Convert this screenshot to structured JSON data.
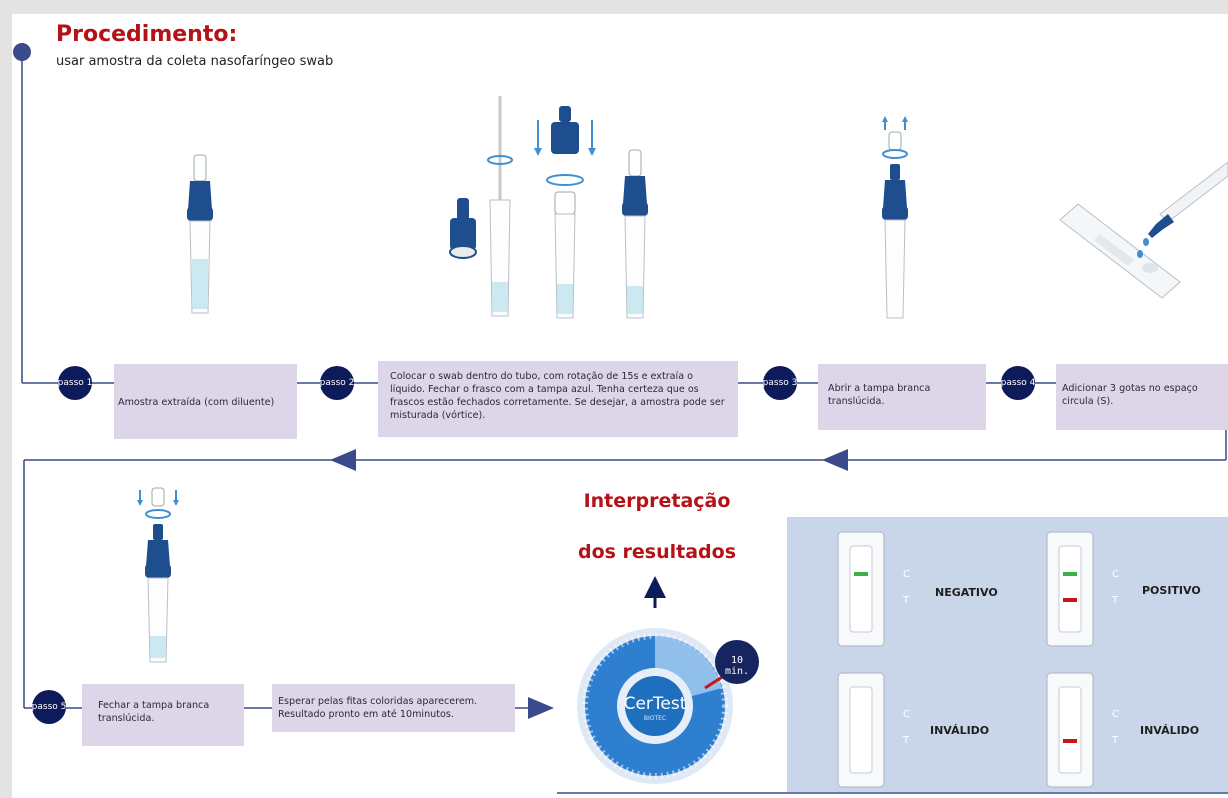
{
  "header": {
    "title": "Procedimento:",
    "subtitle": "usar amostra da coleta nasofaríngeo swab"
  },
  "steps": [
    {
      "badge": "passo 1",
      "text": "Amostra extraída (com diluente)"
    },
    {
      "badge": "passo 2",
      "text": "Colocar o swab dentro do tubo, com rotação de 15s e extraía o líquido. Fechar o frasco com a tampa azul. Tenha certeza que os frascos estão fechados corretamente. Se desejar, a amostra pode ser misturada (vórtice)."
    },
    {
      "badge": "passo 3",
      "text": "Abrir a tampa branca translúcida."
    },
    {
      "badge": "passo 4",
      "text": "Adicionar 3 gotas no espaço circula (S)."
    },
    {
      "badge": "passo 5",
      "text": "Fechar a tampa branca translúcida."
    }
  ],
  "wait_box": {
    "text": "Esperar pelas fitas coloridas aparecerem. Resultado pronto em até 10minutos."
  },
  "interpretation": {
    "line1": "Interpretação",
    "line2": "dos resultados"
  },
  "timer": {
    "brand": "CerTest",
    "brand_sub": "BIOTEC",
    "badge": "10 min."
  },
  "cassette_markings": {
    "c": "C",
    "t": "T"
  },
  "results": [
    {
      "label": "NEGATIVO",
      "control_line": true,
      "test_line": false
    },
    {
      "label": "POSITIVO",
      "control_line": true,
      "test_line": true
    },
    {
      "label": "INVÁLIDO",
      "control_line": false,
      "test_line": false
    },
    {
      "label": "INVÁLIDO",
      "control_line": false,
      "test_line": true
    }
  ],
  "colors": {
    "accent_red": "#b51217",
    "navy": "#0d1b5b",
    "flow_line": "#3a4a8a",
    "box_fill": "#ddd6e8",
    "panel_fill": "#c9d6ea",
    "control_line": "#3fae49",
    "test_line": "#c8141b",
    "liquid": "#bfe4ef",
    "cap_blue": "#1f4e8f"
  }
}
